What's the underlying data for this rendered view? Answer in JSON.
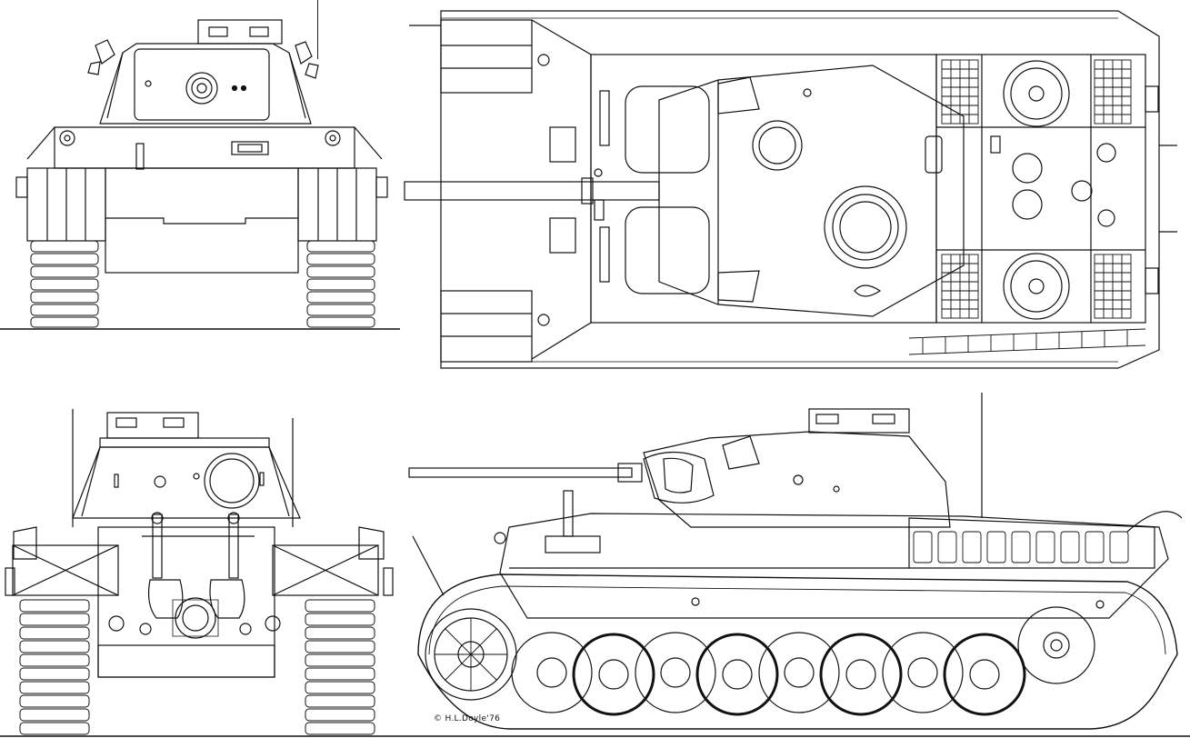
{
  "drawing": {
    "signature": "© H.L.Doyle'76",
    "views": [
      "front",
      "top",
      "rear",
      "side"
    ],
    "line_color": "#111111",
    "paper_color": "#ffffff"
  }
}
